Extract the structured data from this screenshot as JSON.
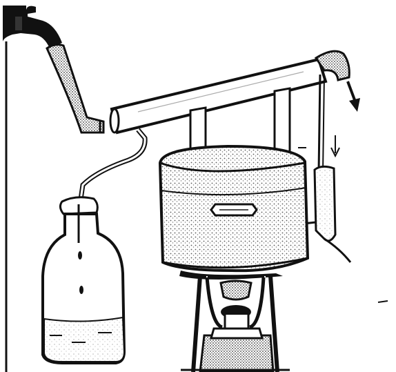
{
  "figure": {
    "style": "black-and-white engraving illustration",
    "colors": {
      "ink": "#111111",
      "paper": "#ffffff",
      "stipple": "#9a9a9a"
    },
    "parts": [
      {
        "name": "water-tap",
        "icon": "faucet-icon"
      },
      {
        "name": "rubber-hose",
        "icon": "hose-icon"
      },
      {
        "name": "condenser-tube",
        "icon": "tube-icon"
      },
      {
        "name": "support-posts",
        "icon": "post-icon"
      },
      {
        "name": "water-tank",
        "icon": "tank-icon"
      },
      {
        "name": "overflow-funnel",
        "icon": "funnel-icon"
      },
      {
        "name": "delivery-tube",
        "icon": "bent-tube-icon"
      },
      {
        "name": "collecting-bottle",
        "icon": "bottle-icon"
      },
      {
        "name": "burner-stand",
        "icon": "burner-icon"
      },
      {
        "name": "flow-arrows",
        "icon": "arrow-down-icon"
      }
    ]
  }
}
